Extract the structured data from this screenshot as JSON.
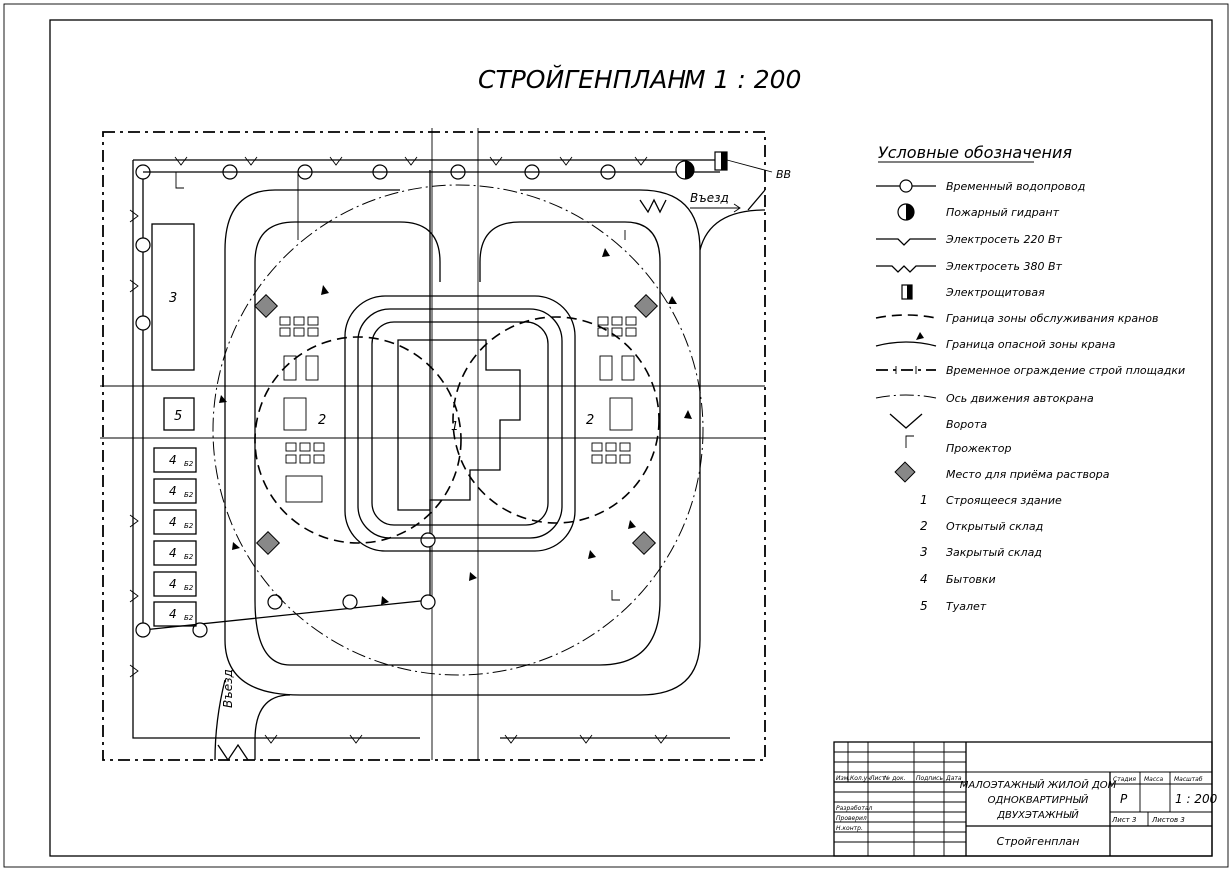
{
  "title": "СТРОЙГЕНПЛАН",
  "scale_label": "М 1 : 200",
  "site": {
    "bb_label": "ВВ",
    "entry_label_top": "Въезд",
    "entry_label_left": "Въезд",
    "building_number": "1",
    "open_storage_number": "2",
    "closed_storage_number": "3",
    "cabins": [
      {
        "number": "4",
        "tag": "Б2"
      },
      {
        "number": "4",
        "tag": "Б2"
      },
      {
        "number": "4",
        "tag": "Б2"
      },
      {
        "number": "4",
        "tag": "Б2"
      },
      {
        "number": "4",
        "tag": "Б2"
      },
      {
        "number": "4",
        "tag": "Б2"
      }
    ],
    "toilet_number": "5"
  },
  "legend": {
    "title": "Условные обозначения",
    "items": [
      {
        "symbol": "water-pipe",
        "label": "Временный водопровод"
      },
      {
        "symbol": "hydrant",
        "label": "Пожарный гидрант"
      },
      {
        "symbol": "power-220",
        "label": "Электросеть 220 Вт"
      },
      {
        "symbol": "power-380",
        "label": "Электросеть 380 Вт"
      },
      {
        "symbol": "switchboard",
        "label": "Электрощитовая"
      },
      {
        "symbol": "crane-zone",
        "label": "Граница зоны обслуживания кранов"
      },
      {
        "symbol": "danger-zone",
        "label": "Граница опасной зоны крана"
      },
      {
        "symbol": "fence",
        "label": "Временное ограждение строй площадки"
      },
      {
        "symbol": "crane-axis",
        "label": "Ось движения автокрана"
      },
      {
        "symbol": "gate",
        "label": "Ворота"
      },
      {
        "symbol": "floodlight",
        "label": "Прожектор"
      },
      {
        "symbol": "mortar",
        "label": "Место для приёма раствора"
      },
      {
        "symbol": "num",
        "num": "1",
        "label": "Строящееся здание"
      },
      {
        "symbol": "num",
        "num": "2",
        "label": "Открытый склад"
      },
      {
        "symbol": "num",
        "num": "3",
        "label": "Закрытый склад"
      },
      {
        "symbol": "num",
        "num": "4",
        "label": "Бытовки"
      },
      {
        "symbol": "num",
        "num": "5",
        "label": "Туалет"
      }
    ]
  },
  "stamp": {
    "head_cols": [
      "Изм.",
      "Кол.уч",
      "Лист",
      "№ док.",
      "Подпись",
      "Дата"
    ],
    "roles": [
      "Разработал",
      "Проверил",
      "Н.контр."
    ],
    "project": [
      "МАЛОЭТАЖНЫЙ ЖИЛОЙ ДОМ",
      "ОДНОКВАРТИРНЫЙ",
      "ДВУХЭТАЖНЫЙ"
    ],
    "sheet_name": "Стройгенплан",
    "stage_header": "Стадия",
    "mass_header": "Масса",
    "scale_header": "Масштаб",
    "stage": "Р",
    "scale": "1 : 200",
    "sheet": "Лист 3",
    "sheets": "Листов 3"
  }
}
